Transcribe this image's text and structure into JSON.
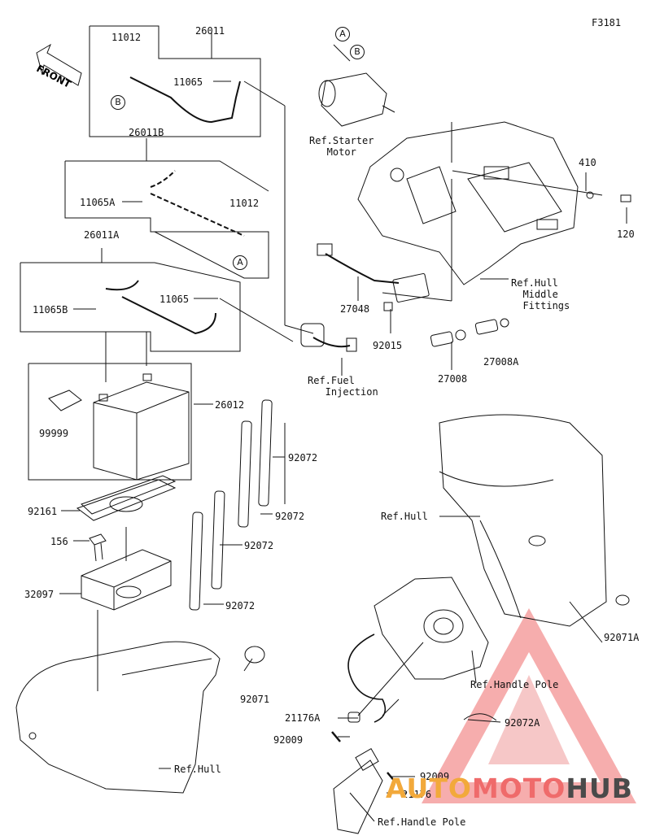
{
  "figure_code": "F3181",
  "front_label": "FRONT",
  "callouts": {
    "a": "A",
    "b": "B"
  },
  "parts": {
    "p11012_top": "11012",
    "p26011": "26011",
    "p11065_top": "11065",
    "p26011b": "26011B",
    "p11065a": "11065A",
    "p11012_mid": "11012",
    "p26011a": "26011A",
    "p11065_mid": "11065",
    "p11065b": "11065B",
    "p26012": "26012",
    "p99999": "99999",
    "p92072_1": "92072",
    "p92072_2": "92072",
    "p92072_3": "92072",
    "p92072_4": "92072",
    "p92161": "92161",
    "p156": "156",
    "p32097": "32097",
    "p92071": "92071",
    "p410": "410",
    "p120": "120",
    "p27048": "27048",
    "p92015": "92015",
    "p27008": "27008",
    "p27008a": "27008A",
    "p92071a": "92071A",
    "p21176a": "21176A",
    "p92009_1": "92009",
    "p92009_2": "92009",
    "p21176": "21176",
    "p92072a": "92072A"
  },
  "refs": {
    "starter_motor": "Ref.Starter\n   Motor",
    "hull_middle": "Ref.Hull\n  Middle\n  Fittings",
    "fuel_injection": "Ref.Fuel\n   Injection",
    "hull_right": "Ref.Hull",
    "handle_pole_1": "Ref.Handle Pole",
    "handle_pole_2": "Ref.Handle Pole",
    "hull_bottom": "Ref.Hull"
  },
  "watermark": {
    "auto": "AUTO",
    "moto": "MOTO",
    "hub": "HUB"
  }
}
